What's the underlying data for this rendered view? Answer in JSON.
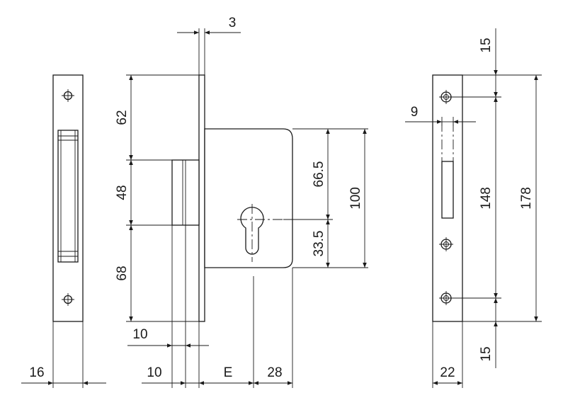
{
  "dimensions": {
    "faceplate_width": "16",
    "faceplate_thickness": "3",
    "upper_height": "62",
    "middle_height": "48",
    "lower_height": "68",
    "latch_offset": "10",
    "latch_width": "10",
    "backset": "E",
    "cylinder_offset": "28",
    "upper_cylinder": "66.5",
    "lower_cylinder": "33.5",
    "body_height": "100",
    "strike_slot_width": "9",
    "strike_top_margin": "15",
    "strike_hole_spacing": "148",
    "strike_total_height": "178",
    "strike_bottom_margin": "15",
    "strike_width": "22"
  }
}
